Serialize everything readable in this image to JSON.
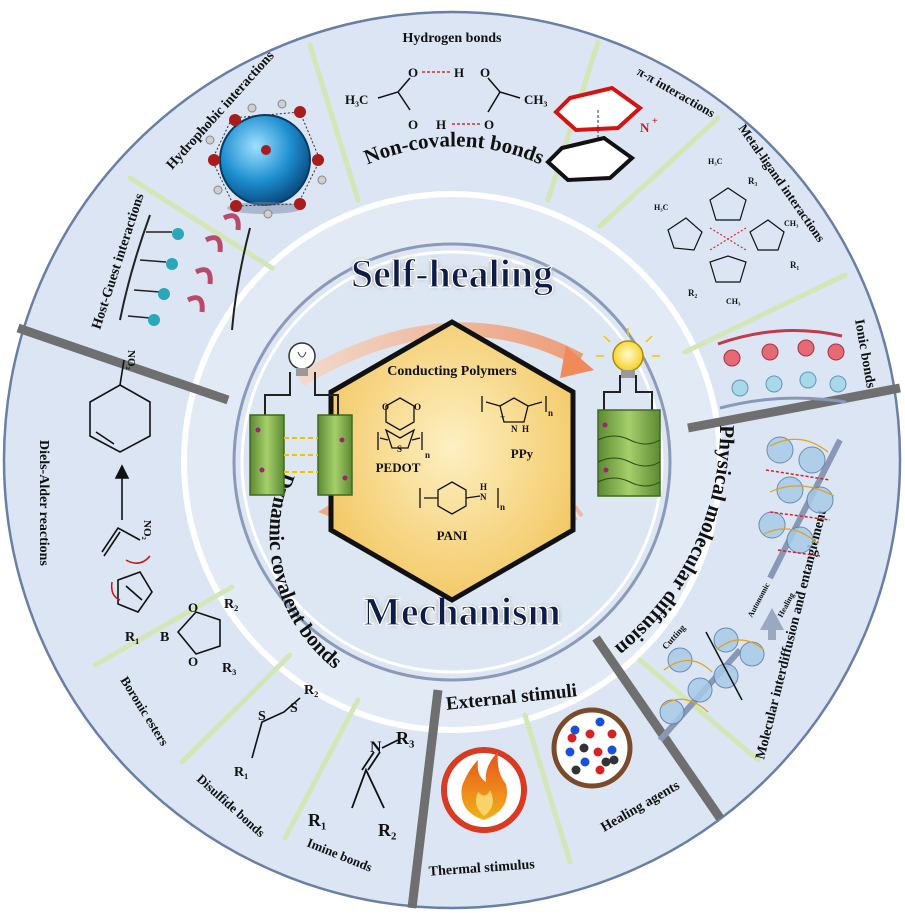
{
  "center": {
    "title_top": "Self-healing",
    "title_bottom": "Mechanism",
    "hexagon_title": "Conducting Polymers",
    "polymers": [
      "PEDOT",
      "PPy",
      "PANI"
    ]
  },
  "categories": {
    "non_covalent": "Non-covalent bonds",
    "dynamic_covalent": "Dynamic covalent bonds",
    "physical_diffusion": "Physical molecular diffusion",
    "external_stimuli": "External stimuli"
  },
  "segments": {
    "hydrogen_bonds": "Hydrogen bonds",
    "pi_pi": "π-π interactions",
    "metal_ligand": "Metal-ligand interactions",
    "ionic": "Ionic bonds",
    "hydrophobic": "Hydrophobic interactions",
    "host_guest": "Host-Guest interactions",
    "diels_alder": "Diels-Alder reactions",
    "boronic": "Boronic esters",
    "disulfide": "Disulfide bonds",
    "imine": "Imine bonds",
    "thermal": "Thermal stimulus",
    "healing_agents": "Healing agents",
    "molecular_interdiffusion": "Molecular interdiffusion and entanglement"
  },
  "diffusion_labels": {
    "cutting": "Cutting",
    "autonomic": "Autonomic",
    "healing": "Healing"
  },
  "chemistry": {
    "h3c": "H₃C",
    "ch3": "CH₃",
    "h": "H",
    "o": "O",
    "n": "N",
    "s": "S",
    "b": "B",
    "r1": "R₁",
    "r2": "R₂",
    "r3": "R₃",
    "no2": "NO₂",
    "n_sub": "n",
    "plus": "+"
  },
  "colors": {
    "ring_fill": "#dbe5f3",
    "ring_border": "#6a7fa6",
    "separator_light": "#d4e6b5",
    "separator_dark": "#6f6f6f",
    "hexagon_fill": "#f7d98a",
    "title_dark": "#0b1e4a",
    "battery_green": "#7ba84c",
    "fire": "#e86a1c"
  }
}
